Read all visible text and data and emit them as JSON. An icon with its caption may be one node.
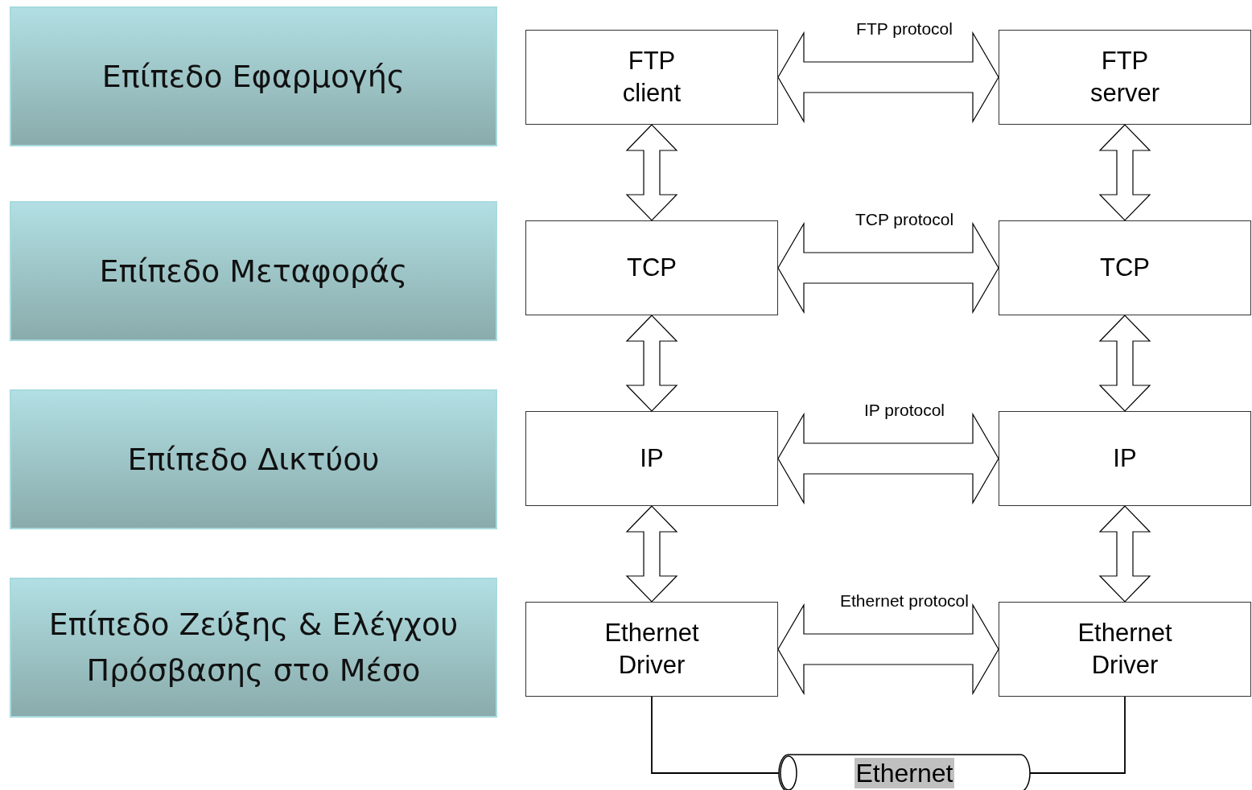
{
  "diagram": {
    "nodes": [
      {
        "text": [
          "Επίπεδο Εφαρμογής"
        ]
      },
      {
        "text": [
          "Επίπεδο Μεταφοράς"
        ]
      },
      {
        "text": [
          "Επίπεδο Δικτύου"
        ]
      },
      {
        "text": [
          "Επίπεδο Ζεύξης & Ελέγχου Πρόσβασης στο Μέσο"
        ]
      },
      {
        "text": [
          "FTP client"
        ]
      },
      {
        "text": [
          "FTP server"
        ]
      },
      {
        "text": [
          "TCP"
        ]
      },
      {
        "text": [
          "TCP"
        ]
      },
      {
        "text": [
          "IP"
        ]
      },
      {
        "text": [
          "IP"
        ]
      },
      {
        "text": [
          "Ethernet Driver"
        ]
      },
      {
        "text": [
          "Ethernet Driver"
        ]
      },
      {
        "text": [
          "Ethernet"
        ]
      }
    ],
    "edges": [
      {
        "from": 4,
        "to": 5,
        "arrow": "both",
        "label": "FTP protocol"
      },
      {
        "from": 6,
        "to": 7,
        "arrow": "both",
        "label": "TCP protocol"
      },
      {
        "from": 8,
        "to": 9,
        "arrow": "both",
        "label": "IP protocol"
      },
      {
        "from": 10,
        "to": 11,
        "arrow": "both",
        "label": "Ethernet protocol"
      },
      {
        "from": 4,
        "to": 6,
        "arrow": "both"
      },
      {
        "from": 6,
        "to": 8,
        "arrow": "both"
      },
      {
        "from": 8,
        "to": 10,
        "arrow": "both"
      },
      {
        "from": 5,
        "to": 7,
        "arrow": "both"
      },
      {
        "from": 7,
        "to": 9,
        "arrow": "both"
      },
      {
        "from": 9,
        "to": 11,
        "arrow": "both"
      },
      {
        "from": 10,
        "to": 12,
        "arrow": "none"
      },
      {
        "from": 11,
        "to": 12,
        "arrow": "none"
      }
    ]
  }
}
